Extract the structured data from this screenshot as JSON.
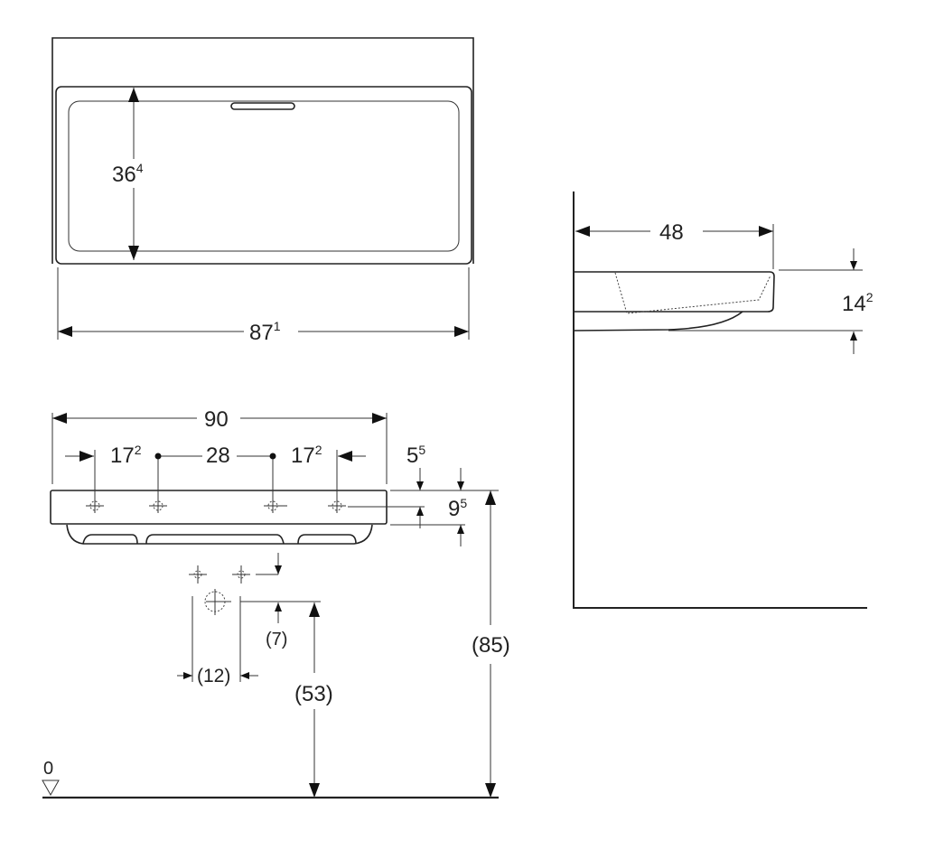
{
  "top_view": {
    "depth": {
      "main": "36",
      "sup": "4"
    },
    "width": {
      "main": "87",
      "sup": "1"
    }
  },
  "front_view": {
    "overall_width": "90",
    "left_offset": {
      "main": "17",
      "sup": "2"
    },
    "center_spacing": "28",
    "right_offset": {
      "main": "17",
      "sup": "2"
    },
    "top_offset": {
      "main": "5",
      "sup": "5"
    },
    "rim_height": {
      "main": "9",
      "sup": "5"
    },
    "drain_offset": "(7)",
    "drain_spacing": "(12)",
    "drain_height": "(53)",
    "mount_height": "(85)",
    "floor_level": "0"
  },
  "side_view": {
    "projection": "48",
    "height": {
      "main": "14",
      "sup": "2"
    }
  }
}
